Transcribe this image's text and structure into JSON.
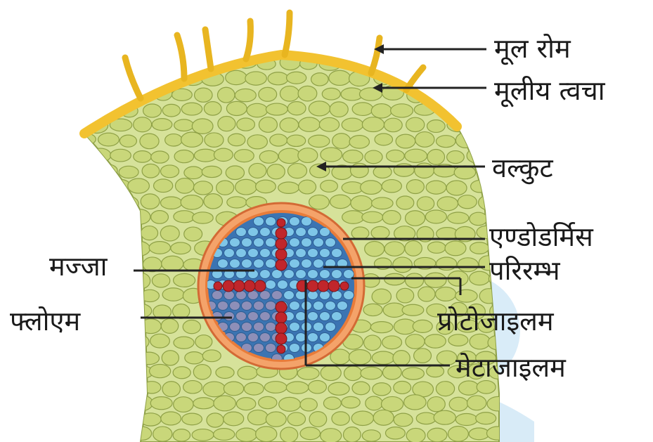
{
  "labels": {
    "root_hair": "मूल रोम",
    "epiblema": "मूलीय त्वचा",
    "cortex": "वल्कुट",
    "endodermis": "एण्डोडर्मिस",
    "pericycle": "परिरम्भ",
    "pith": "मज्जा",
    "protoxylem": "प्रोटोजाइलम",
    "phloem": "फ्लोएम",
    "metaxylem": "मेटाजाइलम"
  },
  "colors": {
    "cortex_cell": "#c9d77a",
    "cortex_outline": "#8ea046",
    "epidermis": "#f2c230",
    "root_hair": "#e8b520",
    "endodermis": "#e8925a",
    "pith_cell": "#7fc6e8",
    "phloem_cell": "#8e8fb8",
    "xylem": "#c0262b",
    "watermark_red": "#f3b5a8",
    "watermark_blue": "#a8d3ef"
  }
}
